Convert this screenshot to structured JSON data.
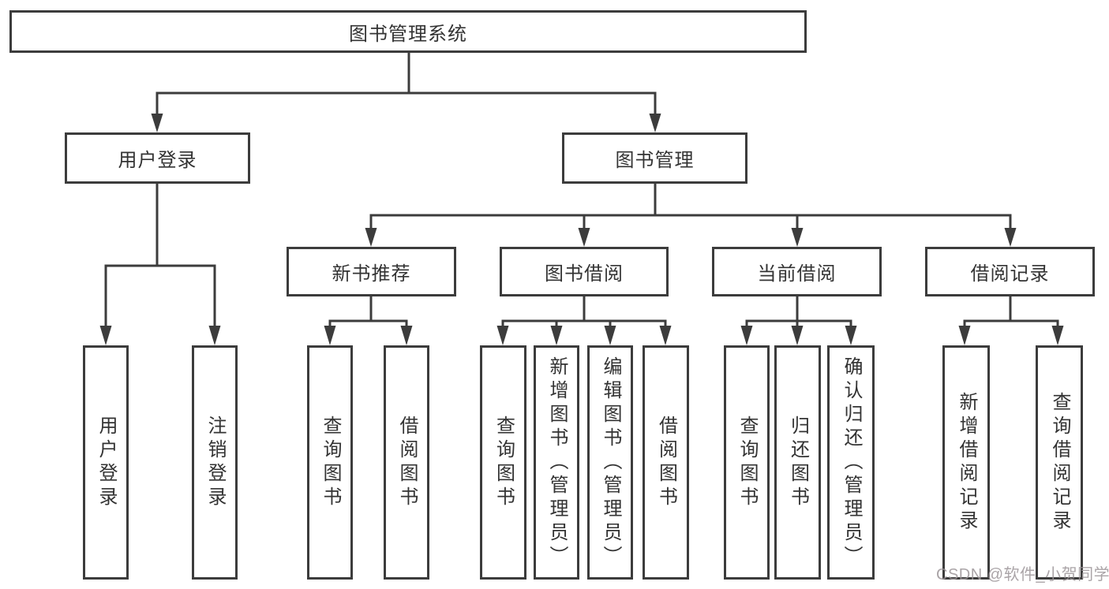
{
  "tree": {
    "root": "图书管理系统",
    "branches": [
      {
        "label": "用户登录",
        "children": [
          "用户登录",
          "注销登录"
        ]
      },
      {
        "label": "图书管理",
        "groups": [
          {
            "label": "新书推荐",
            "children": [
              "查询图书",
              "借阅图书"
            ]
          },
          {
            "label": "图书借阅",
            "children": [
              "查询图书",
              "新增图书（管理员）",
              "编辑图书（管理员）",
              "借阅图书"
            ]
          },
          {
            "label": "当前借阅",
            "children": [
              "查询图书",
              "归还图书",
              "确认归还（管理员）"
            ]
          },
          {
            "label": "借阅记录",
            "children": [
              "新增借阅记录",
              "查询借阅记录"
            ]
          }
        ]
      }
    ]
  },
  "watermark": "CSDN @软件_小贺同学",
  "colors": {
    "line": "#3c3c3c",
    "text": "#333333",
    "watermark": "#9b9498",
    "background": "#ffffff"
  }
}
